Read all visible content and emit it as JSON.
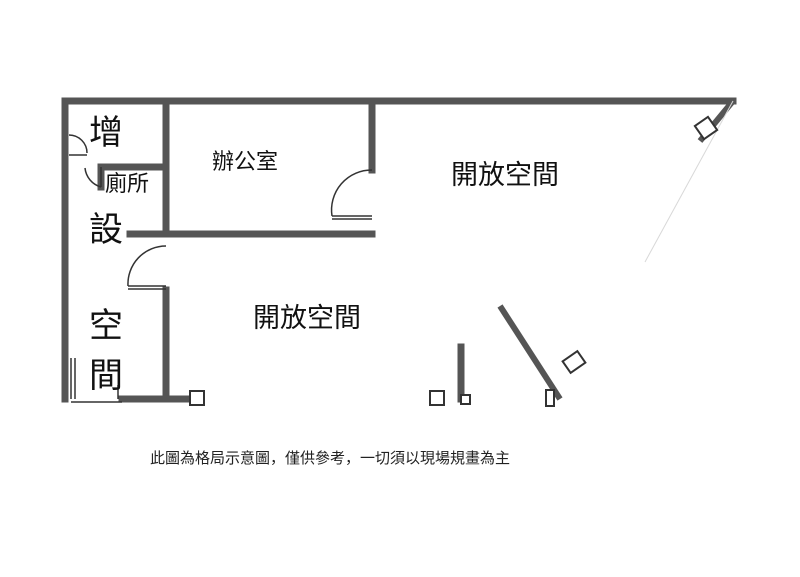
{
  "rooms": {
    "extension_chars": [
      "增",
      "設",
      "空",
      "間"
    ],
    "toilet": "廁所",
    "office": "辦公室",
    "open_space_right": "開放空間",
    "open_space_center": "開放空間"
  },
  "disclaimer": "此圖為格局示意圖，僅供參考，一切須以現場規畫為主",
  "colors": {
    "wall": "#555555",
    "line": "#333333",
    "background": "#ffffff"
  }
}
